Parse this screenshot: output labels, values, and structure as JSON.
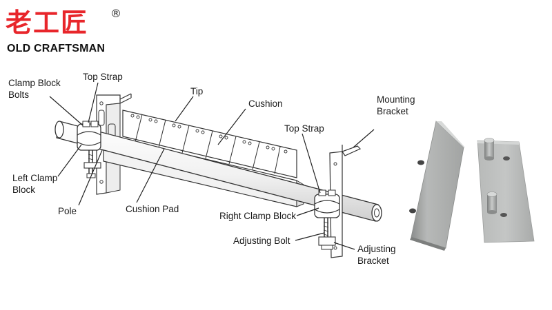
{
  "brand": {
    "name_cn": "老工匠",
    "registered": "®",
    "name_en": "OLD CRAFTSMAN"
  },
  "labels": {
    "clamp_block_bolts": [
      "Clamp Block",
      "Bolts"
    ],
    "top_strap_left": "Top Strap",
    "tip": "Tip",
    "cushion": "Cushion",
    "mounting_bracket": [
      "Mounting",
      "Bracket"
    ],
    "top_strap_right": "Top Strap",
    "left_clamp_block": [
      "Left Clamp",
      "Block"
    ],
    "pole": "Pole",
    "cushion_pad": "Cushion Pad",
    "right_clamp_block": "Right Clamp Block",
    "adjusting_bolt": "Adjusting Bolt",
    "adjusting_bracket": [
      "Adjusting",
      "Bracket"
    ]
  },
  "colors": {
    "brand_red": "#e8262b",
    "outline": "#333333",
    "metal_gray": "#a9abaa"
  }
}
